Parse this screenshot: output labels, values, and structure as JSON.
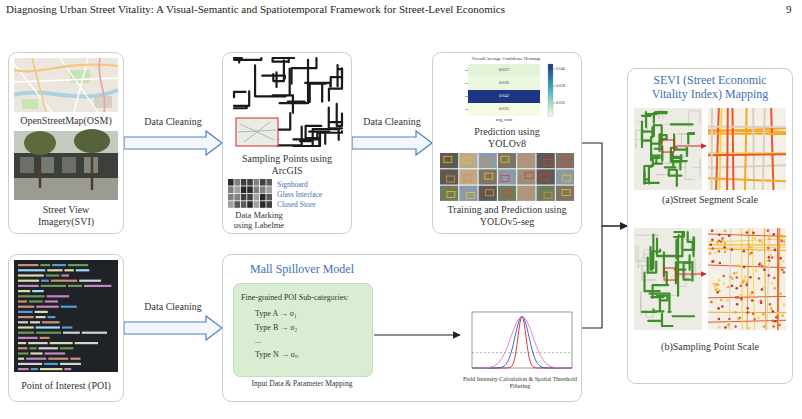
{
  "diagram": {
    "nodes": [
      {
        "text": [
          "OpenStreetMap(OSM)",
          "Street View Imagery(SVI)"
        ]
      },
      {
        "text": [
          "Sampling Points using ArcGIS",
          "Data Marking using Labelme",
          "Signboard",
          "Glass Interface",
          "Closed Store"
        ]
      },
      {
        "text": [
          "Prediction using YOLOv8",
          "Training and Prediction using YOLOv5-seg"
        ]
      },
      {
        "text": [
          "SEVI (Street Economic Vitality Index) Mapping",
          "(a)Street Segment Scale",
          "(b)Sampling Point Scale"
        ]
      },
      {
        "text": [
          "Point of Interest (POI)"
        ]
      },
      {
        "text": [
          "Mall Spillover Model",
          "Input Data & Parameter Mapping",
          "Field Intensity Calculation & Spatial Threshold Filtering"
        ]
      },
      {
        "text": [
          "Fine-grained POI Sub-categories:",
          "Type A → σ₁",
          "Type B → σ₂",
          "...",
          "Type N → σₙ"
        ],
        "in": 5
      }
    ],
    "edges": [
      {
        "from": 0,
        "to": 1,
        "label": "Data Cleaning",
        "arrow": "to"
      },
      {
        "from": 1,
        "to": 2,
        "label": "Data Cleaning",
        "arrow": "to"
      },
      {
        "from": 4,
        "to": 5,
        "label": "Data Cleaning",
        "arrow": "to"
      },
      {
        "from": 2,
        "to": 3,
        "arrow": "to"
      },
      {
        "from": 5,
        "to": 3,
        "arrow": "to"
      }
    ],
    "labels": [
      "Diagnosing Urban Street Vitality: A Visual-Semantic and Spatiotemporal Framework for Street-Level Economics",
      "9",
      "Overall Average Confidence Heatmap",
      "0.637",
      "0.636",
      "0.642",
      "0.635",
      "avg_conf",
      "0.640",
      "0.638",
      "0.636"
    ]
  }
}
